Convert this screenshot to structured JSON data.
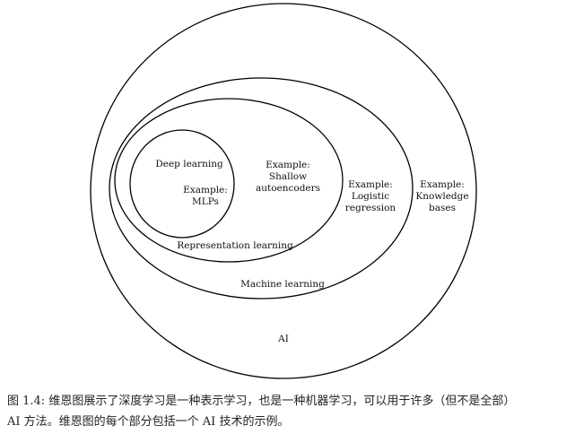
{
  "diagram": {
    "sets": [
      {
        "name": "AI",
        "example": [
          "Example:",
          "Knowledge",
          "bases"
        ]
      },
      {
        "name": "Machine learning",
        "example": [
          "Example:",
          "Logistic",
          "regression"
        ]
      },
      {
        "name": "Representation learning",
        "example": [
          "Example:",
          "Shallow",
          "autoencoders"
        ]
      },
      {
        "name": "Deep learning",
        "example": [
          "Example:",
          "MLPs"
        ]
      }
    ],
    "stroke_color": "#000000"
  },
  "caption": {
    "line1": "图 1.4: 维恩图展示了深度学习是一种表示学习，也是一种机器学习，可以用于许多（但不是全部）",
    "line2": "AI 方法。维恩图的每个部分包括一个 AI 技术的示例。"
  }
}
